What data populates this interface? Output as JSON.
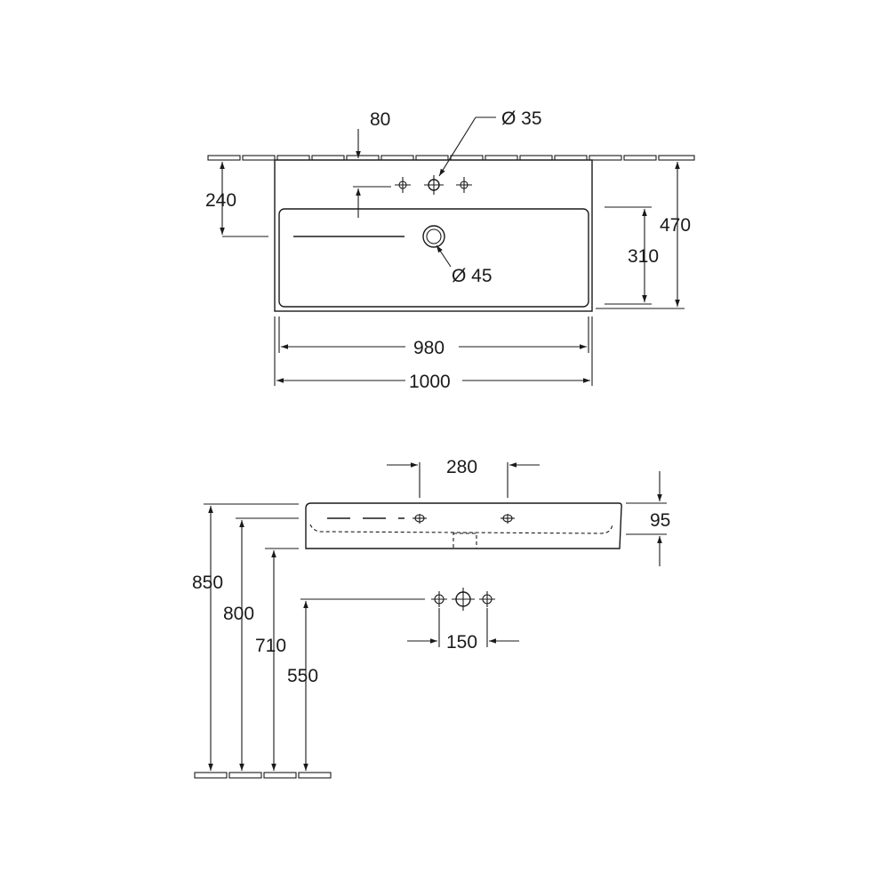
{
  "top_view": {
    "dim_80": "80",
    "dim_35": "Ø 35",
    "dim_240": "240",
    "dim_470": "470",
    "dim_310": "310",
    "dim_45": "Ø 45",
    "dim_980": "980",
    "dim_1000": "1000"
  },
  "front_view": {
    "dim_280": "280",
    "dim_95": "95",
    "dim_850": "850",
    "dim_800": "800",
    "dim_710": "710",
    "dim_550": "550",
    "dim_150": "150"
  },
  "colors": {
    "line": "#1a1a1a",
    "background": "#ffffff"
  }
}
